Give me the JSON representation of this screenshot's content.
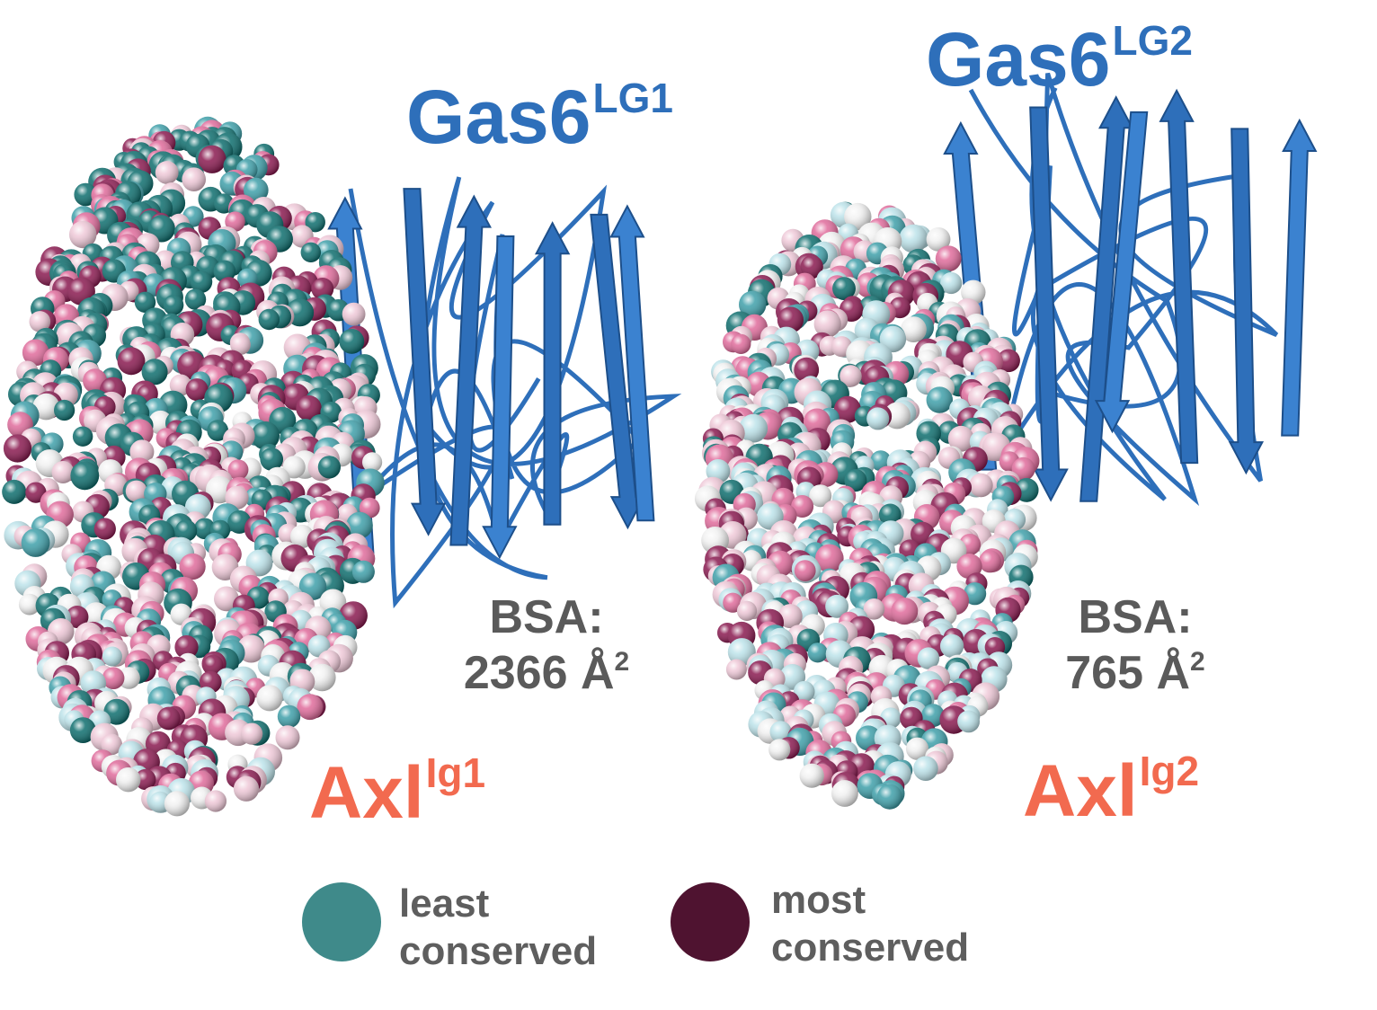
{
  "panels": [
    {
      "protein_label": "Gas6",
      "protein_sup": "LG1",
      "partner_label": "Axl",
      "partner_sup": "Ig1",
      "bsa_label": "BSA:",
      "bsa_value": "2366 Å",
      "bsa_unit_sup": "2"
    },
    {
      "protein_label": "Gas6",
      "protein_sup": "LG2",
      "partner_label": "Axl",
      "partner_sup": "Ig2",
      "bsa_label": "BSA:",
      "bsa_value": "765 Å",
      "bsa_unit_sup": "2"
    }
  ],
  "legend": [
    {
      "line1": "least",
      "line2": "conserved",
      "color": "#3f8a8a"
    },
    {
      "line1": "most",
      "line2": "conserved",
      "color": "#4f1330"
    }
  ],
  "colors": {
    "ribbon": "#2e6fba",
    "teal_dark": "#0e6e6e",
    "teal": "#3fa0aa",
    "teal_light": "#bde3ea",
    "white": "#f1f1f1",
    "pink_light": "#efc9d8",
    "pink": "#e06c9c",
    "maroon": "#8a1a50"
  }
}
